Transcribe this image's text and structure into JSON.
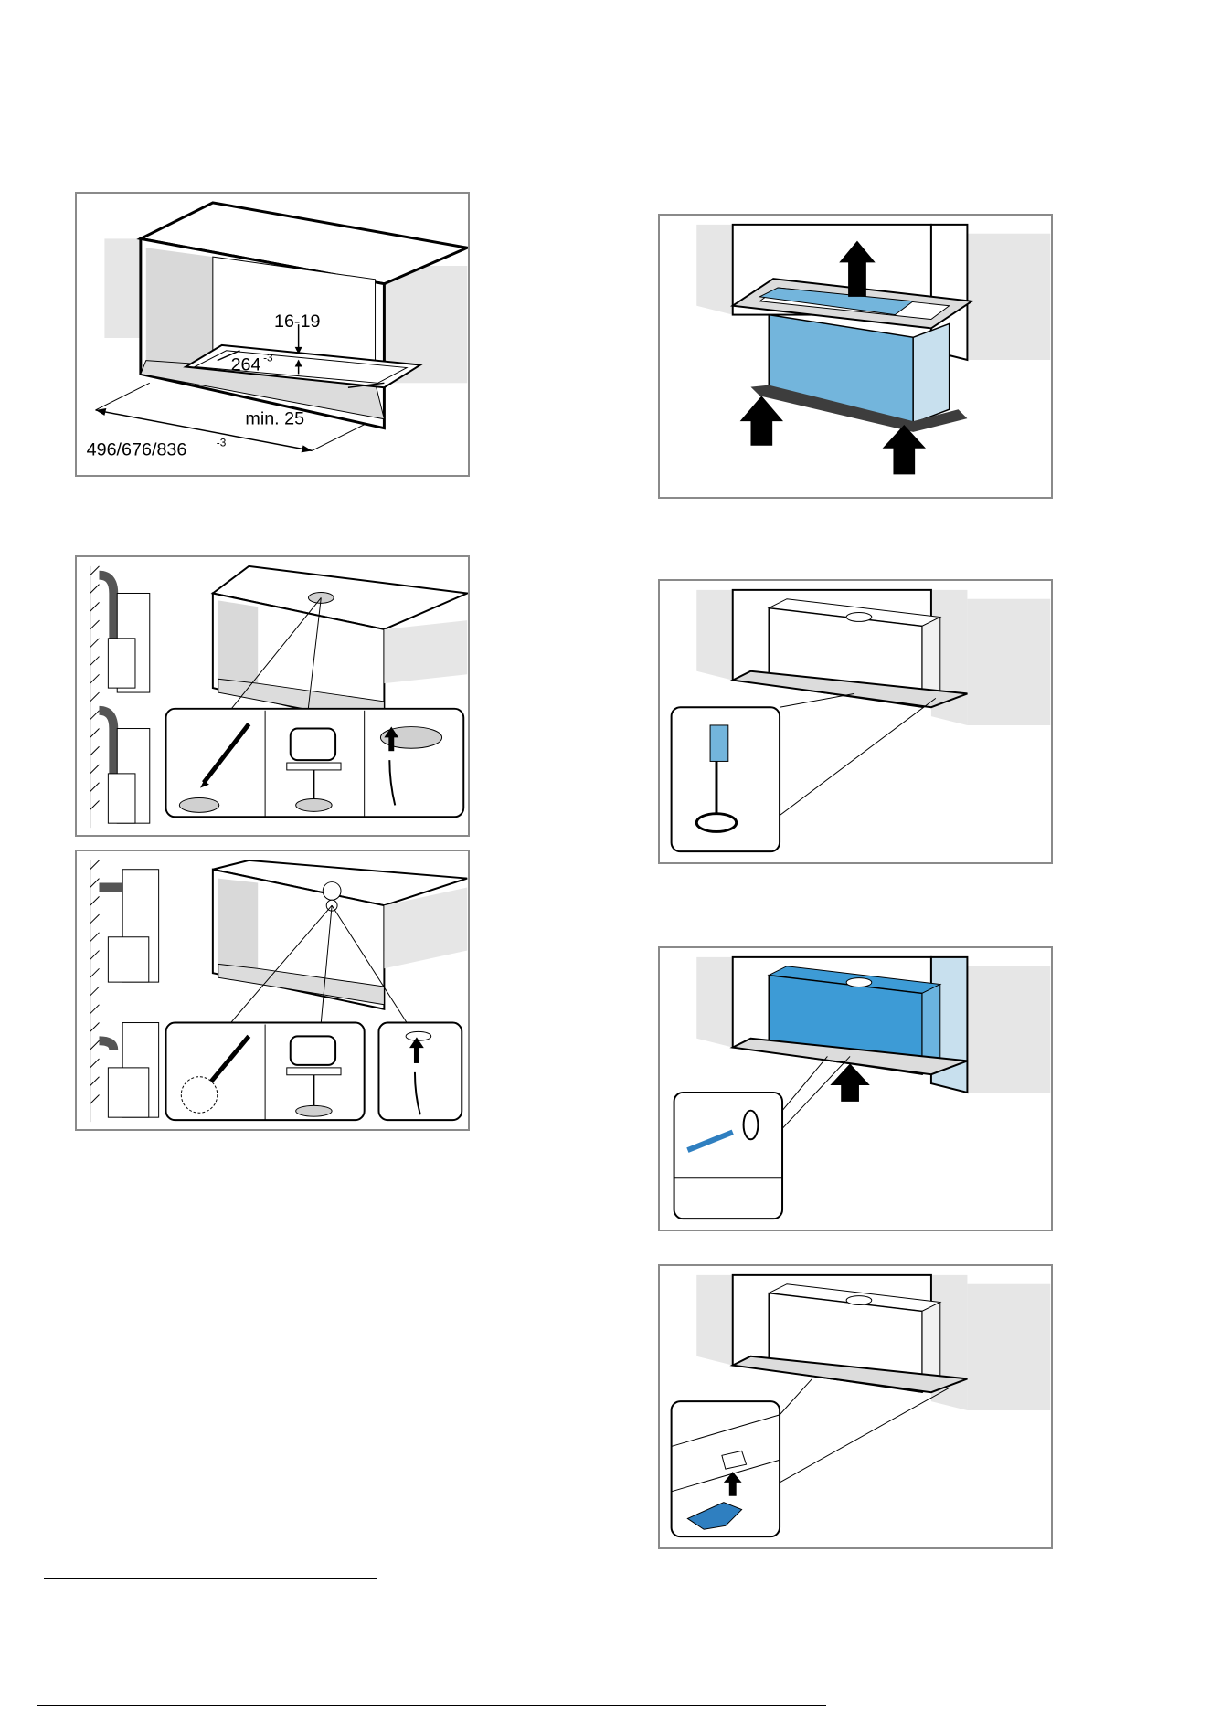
{
  "figure_1": {
    "depth_label": "16-19",
    "width_label_base": "264",
    "width_label_sup": "-3",
    "min_label": "min. 25",
    "length_label_base": "496/676/836",
    "length_label_sup": "-3"
  },
  "colors": {
    "hood_blue": "#73b5dc",
    "hood_blue_dark": "#3d9bd6",
    "clip_blue": "#2f7fc0",
    "frame_gray": "#8a8a8a",
    "wall_gray": "#d9d9d9"
  }
}
